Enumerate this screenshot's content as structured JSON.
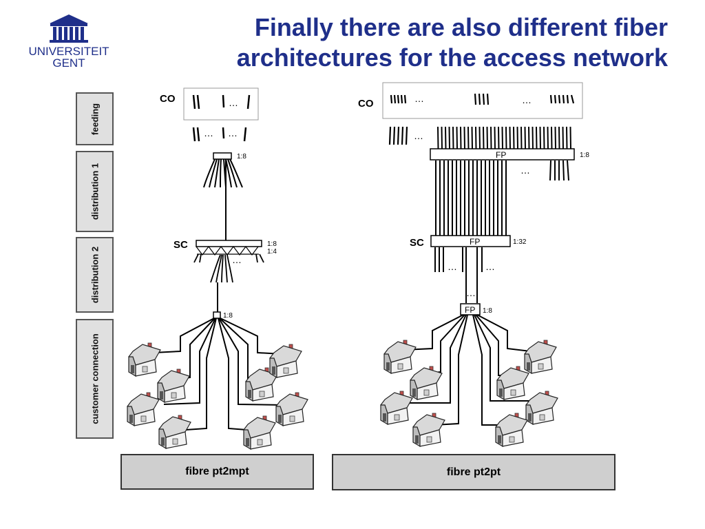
{
  "title": {
    "line1": "Finally there are also different fiber",
    "line2": "architectures for the access network"
  },
  "logo": {
    "line1": "UNIVERSITEIT",
    "line2": "GENT",
    "icon": "university-building-icon"
  },
  "stages": [
    {
      "label": "feeding"
    },
    {
      "label": "distribution 1"
    },
    {
      "label": "distribution 2"
    },
    {
      "label": "customer connection"
    }
  ],
  "pt2mpt": {
    "caption": "fibre pt2mpt",
    "co_label": "CO",
    "co_dots": "…",
    "feed_dots_1": "…",
    "feed_dots_2": "…",
    "splitter1_ratio": "1:8",
    "sc_label": "SC",
    "sc_ratio_1": "1:8",
    "sc_ratio_2": "1:4",
    "sc_dots": "…",
    "drop_ratio": "1:8"
  },
  "pt2pt": {
    "caption": "fibre pt2pt",
    "co_label": "CO",
    "co_dots_1": "…",
    "co_dots_2": "…",
    "feed_dots": "…",
    "fp1_label": "FP",
    "fp1_ratio": "1:8",
    "fp1_dots": "…",
    "sc_label": "SC",
    "fp2_label": "FP",
    "fp2_ratio": "1:32",
    "fp2_dots_1": "…",
    "fp2_dots_2": "…",
    "fp3_dots": "…",
    "fp3_label": "FP",
    "fp3_ratio": "1:8"
  },
  "colors": {
    "title": "#1f2f8a",
    "stage_fill": "#e0e0e0",
    "caption_fill": "#cfcfcf",
    "house_wall": "#f2f2f2",
    "house_roof": "#d9d9d9",
    "chimney": "#c0504d"
  }
}
